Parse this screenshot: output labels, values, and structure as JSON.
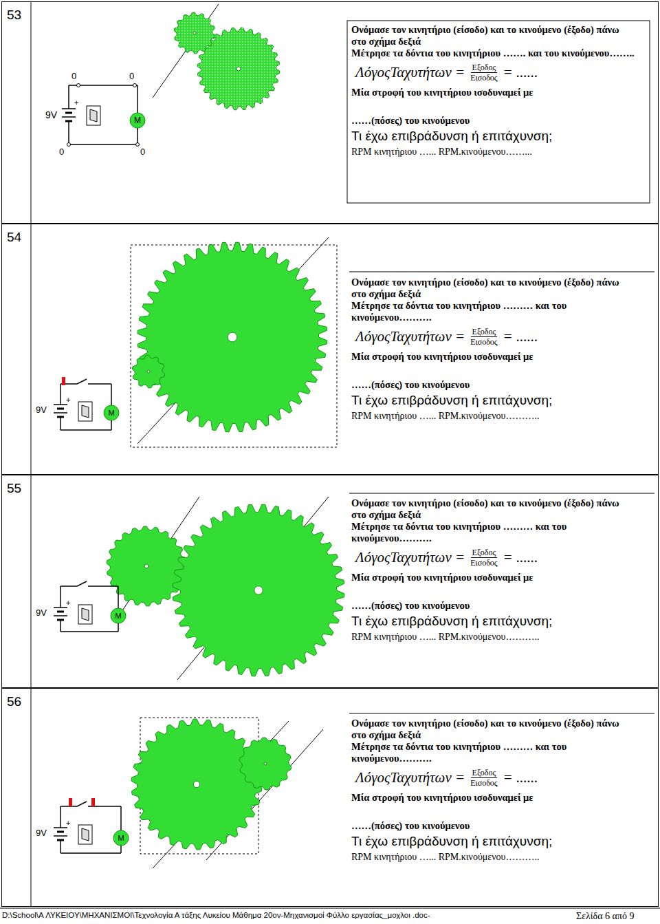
{
  "diagram": {
    "nodes": [
      {
        "text": [
          "53",
          "Ονόμασε τον κινητήριο (είσοδο) και το κινούμενο (έξοδο) πάνω στο σχήμα δεξιά",
          "Μέτρησε τα δόντια του κινητήριου ……. και του κινούμενου……..",
          "ΛόγοςΤαχυτήτων =",
          "Εξοδος",
          "Εισοδος",
          "= ......",
          "Μία στροφή του κινητήριου ισοδυναμεί με",
          "……(πόσες) του κινούμενου",
          "Τι έχω επιβράδυνση ή επιτάχυνση;",
          "RPM κινητήριου …... RPM.κινούμενου……..."
        ]
      },
      {
        "text": [
          "54",
          "Ονόμασε τον κινητήριο (είσοδο) και το κινούμενο (έξοδο) πάνω στο σχήμα δεξιά",
          "Μέτρησε τα δόντια του κινητήριου ……… και του κινούμενου……….",
          "ΛόγοςΤαχυτήτων =",
          "Εξοδος",
          "Εισοδος",
          "= ......",
          "Μία στροφή του κινητήριου ισοδυναμεί με",
          "……(πόσες) του κινούμενου",
          "Τι έχω επιβράδυνση ή επιτάχυνση;",
          "RPM κινητήριου …... RPM.κινούμενου……….."
        ]
      },
      {
        "text": [
          "55",
          "Ονόμασε τον κινητήριο (είσοδο) και το κινούμενο (έξοδο) πάνω στο σχήμα δεξιά",
          "Μέτρησε τα δόντια του κινητήριου ……… και του κινούμενου……….",
          "ΛόγοςΤαχυτήτων =",
          "Εξοδος",
          "Εισοδος",
          "= ......",
          "Μία στροφή του κινητήριου ισοδυναμεί με",
          "……(πόσες) του κινούμενου",
          "Τι έχω επιβράδυνση ή επιτάχυνση;",
          "RPM κινητήριου …... RPM.κινούμενου……….."
        ]
      },
      {
        "text": [
          "56",
          "Ονόμασε τον κινητήριο (είσοδο) και το κινούμενο (έξοδο) πάνω στο σχήμα δεξιά",
          "Μέτρησε τα δόντια του κινητήριου ……… και του κινούμενου……….",
          "ΛόγοςΤαχυτήτων =",
          "Εξοδος",
          "Εισοδος",
          "= ......",
          "Μία στροφή του κινητήριου ισοδυναμεί με",
          "……(πόσες) του κινούμενου",
          "Τι έχω επιβράδυνση ή επιτάχυνση;",
          "RPM κινητήριου …... RPM.κινούμενου……….."
        ]
      }
    ],
    "labels": [
      "9V",
      "+",
      "0",
      "0",
      "0",
      "0",
      "M",
      "9V",
      "+",
      "M",
      "9V",
      "+",
      "M",
      "9V",
      "+",
      "M",
      "D:\\School\\A ΛΥΚΕΙΟΥ\\ΜΗΧΑΝΙΣΜΟΙ\\Τεχνολογία Α τάξης Λυκείου Μάθημα 20ον-Μηχανισμοί Φύλλο εργασίας_μοχλοι .doc-",
      "Σελίδα 6 από 9"
    ]
  }
}
